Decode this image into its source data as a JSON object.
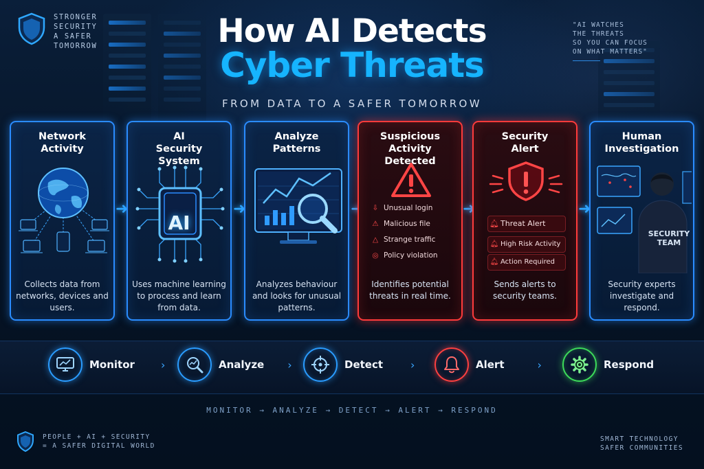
{
  "brand": {
    "tagline_lines": [
      "STRONGER",
      "SECURITY",
      "A SAFER",
      "TOMORROW"
    ]
  },
  "quote": {
    "lines": [
      "\"AI WATCHES",
      "THE THREATS",
      "SO YOU CAN FOCUS",
      "ON WHAT MATTERS\""
    ]
  },
  "header": {
    "title_line1": "How AI Detects",
    "title_line2": "Cyber Threats",
    "subtitle": "FROM DATA TO A SAFER TOMORROW"
  },
  "cards": [
    {
      "title": "Network Activity",
      "description": "Collects data from networks, devices and users."
    },
    {
      "title": "AI Security System",
      "icon_text": "AI",
      "description": "Uses machine learning to process and learn from data."
    },
    {
      "title": "Analyze Patterns",
      "description": "Analyzes behaviour and looks for unusual patterns."
    },
    {
      "title": "Suspicious Activity Detected",
      "items": [
        "Unusual login",
        "Malicious file",
        "Strange traffic",
        "Policy violation"
      ],
      "description": "Identifies potential threats in real time."
    },
    {
      "title": "Security Alert",
      "alerts": [
        "Threat Alert",
        "High Risk Activity",
        "Action Required"
      ],
      "description": "Sends alerts to security teams."
    },
    {
      "title": "Human Investigation",
      "badge_text": "SECURITY TEAM",
      "description": "Security experts investigate and respond."
    }
  ],
  "steps": [
    {
      "label": "Monitor",
      "icon": "monitor-icon",
      "color": "#2a9cff"
    },
    {
      "label": "Analyze",
      "icon": "analyze-icon",
      "color": "#2a9cff"
    },
    {
      "label": "Detect",
      "icon": "target-icon",
      "color": "#2a9cff"
    },
    {
      "label": "Alert",
      "icon": "bell-icon",
      "color": "#ff4040"
    },
    {
      "label": "Respond",
      "icon": "gear-icon",
      "color": "#3ddc5a"
    }
  ],
  "flow_text": "MONITOR → ANALYZE → DETECT → ALERT → RESPOND",
  "footer": {
    "left_lines": [
      "PEOPLE + AI + SECURITY",
      "= A SAFER DIGITAL WORLD"
    ],
    "right_lines": [
      "SMART TECHNOLOGY",
      "SAFER COMMUNITIES"
    ]
  },
  "colors": {
    "accent_blue": "#16b4ff",
    "alert_red": "#ff3b3b",
    "respond_green": "#3ddc5a",
    "background": "#03101f"
  }
}
